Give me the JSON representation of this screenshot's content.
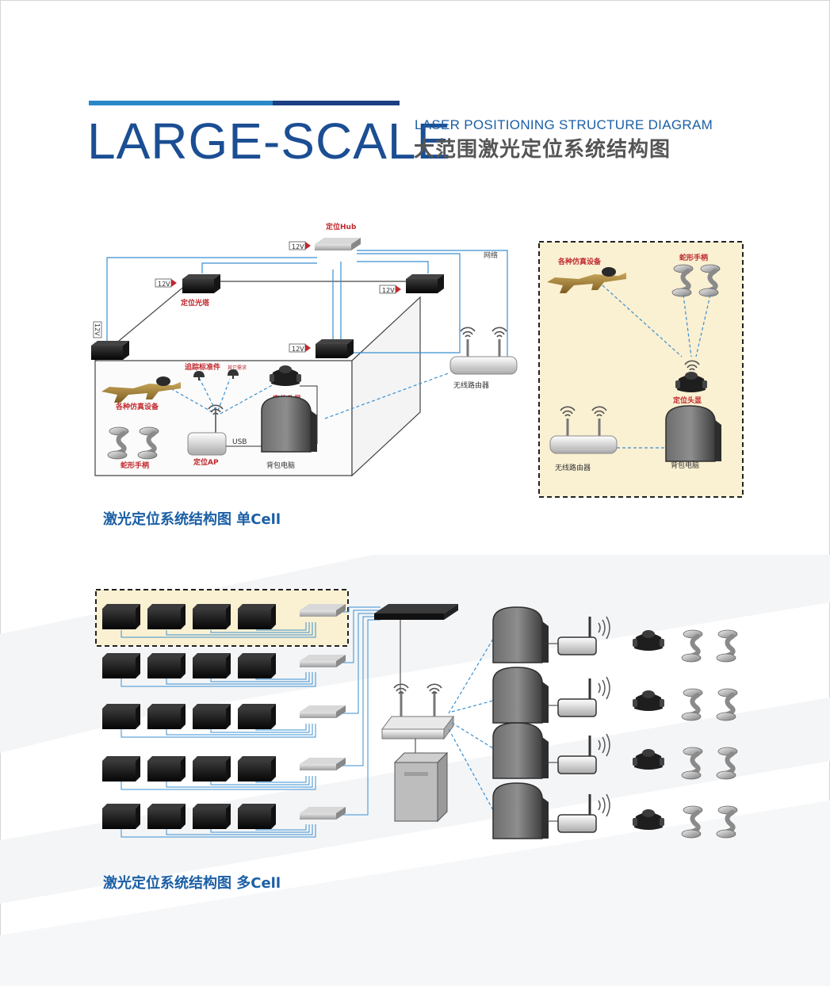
{
  "header": {
    "title": "LARGE-SCALE",
    "subtitle_en": "LASER POSITIONING STRUCTURE DIAGRAM",
    "subtitle_cn": "大范围激光定位系统结构图"
  },
  "single_cell": {
    "hub": "定位Hub",
    "voltage": "12V",
    "network": "网络",
    "tower": "定位光塔",
    "wireless_router": "无线路由器",
    "tracker": "追踪标准件",
    "tracker_other": "其它需求",
    "sim_device": "各种仿真设备",
    "hmd": "定位头显",
    "snake_controller": "蛇形手柄",
    "ap": "定位AP",
    "usb": "USB",
    "backpack_pc": "背包电脑",
    "caption": "激光定位系统结构图  单Cell"
  },
  "inset": {
    "sim_device": "各种仿真设备",
    "snake_controller": "蛇形手柄",
    "hmd": "定位头显",
    "wireless_router": "无线路由器",
    "backpack_pc": "背包电脑"
  },
  "multi_cell": {
    "caption": "激光定位系统结构图  多Cell"
  },
  "colors": {
    "title_blue": "#1b4e93",
    "caption_blue": "#1b5fa5",
    "label_red": "#c0282d",
    "inset_bg": "#faf0d2",
    "link_blue": "#3a8fd0",
    "device_dark": "#111111"
  }
}
